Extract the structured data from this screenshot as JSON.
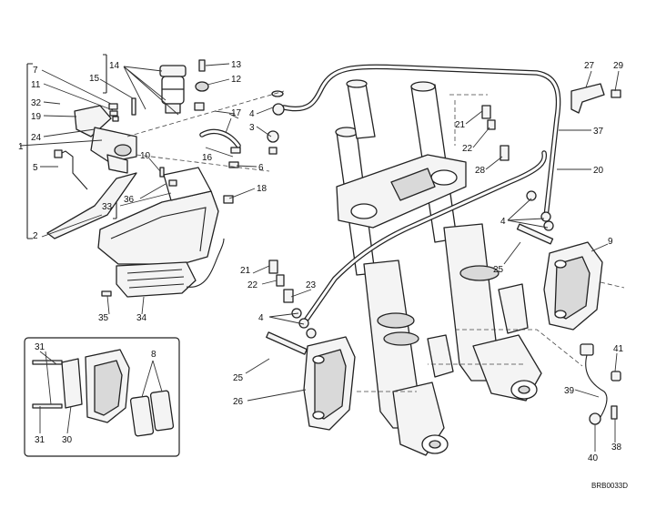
{
  "drawing_code": "BRB0033D",
  "callouts": {
    "c1": "1",
    "c2": "2",
    "c3": "3",
    "c4": "4",
    "c5": "5",
    "c6": "6",
    "c7": "7",
    "c8": "8",
    "c9": "9",
    "c10": "10",
    "c11": "11",
    "c12": "12",
    "c13": "13",
    "c14": "14",
    "c15": "15",
    "c16": "16",
    "c17": "17",
    "c18": "18",
    "c19": "19",
    "c20": "20",
    "c21": "21",
    "c22": "22",
    "c23": "23",
    "c24": "24",
    "c25": "25",
    "c26": "26",
    "c27": "27",
    "c28": "28",
    "c29": "29",
    "c30": "30",
    "c31": "31",
    "c32": "32",
    "c33": "33",
    "c34": "34",
    "c35": "35",
    "c36": "36",
    "c37": "37",
    "c38": "38",
    "c39": "39",
    "c40": "40",
    "c41": "41"
  }
}
